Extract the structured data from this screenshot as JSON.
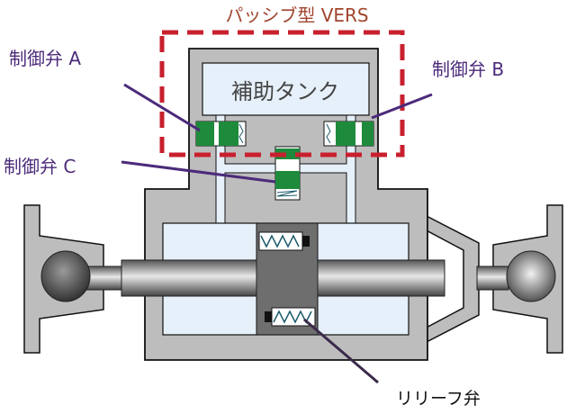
{
  "title": "パッシブ型 VERS",
  "labels": {
    "valve_a": "制御弁 A",
    "valve_b": "制御弁 B",
    "valve_c": "制御弁 C",
    "tank": "補助タンク",
    "relief": "リリーフ弁"
  },
  "colors": {
    "title": "#a0452e",
    "label": "#4b2a7a",
    "leader": "#4b2a7a",
    "dashed_box": "#c8202e",
    "housing": "#bdbdbd",
    "fluid": "#e6f0fa",
    "valve": "#1e8a3c",
    "piston": "#6e6e6e"
  }
}
